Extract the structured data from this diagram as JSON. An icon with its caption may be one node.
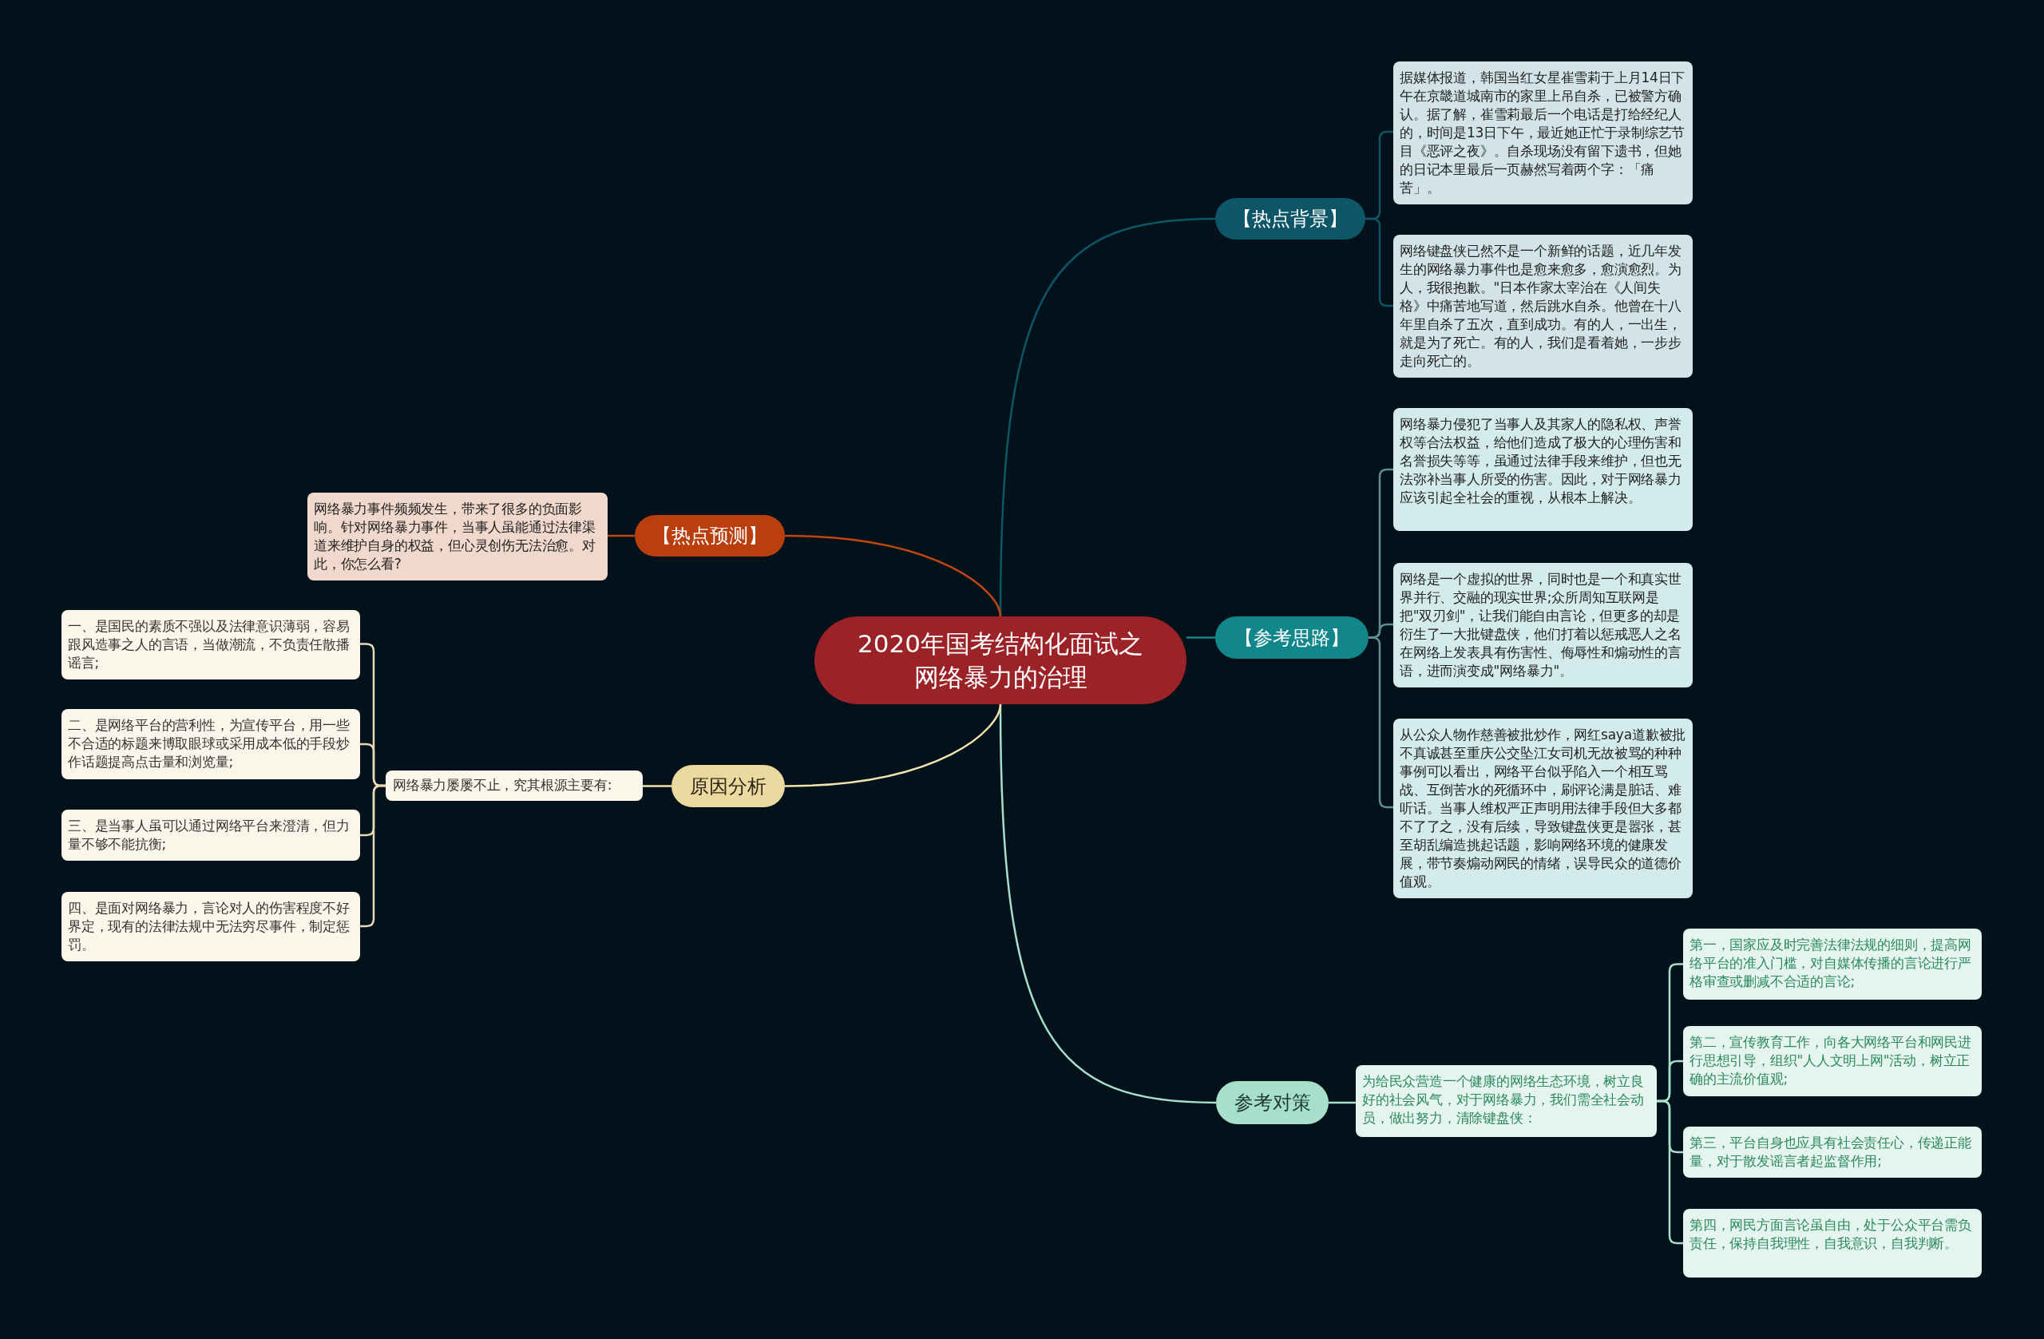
{
  "diagram": {
    "nodes": [
      {
        "text": [
          "2020年国考结构化面试之网络暴力的治理"
        ]
      },
      {
        "text": [
          "【热点背景】"
        ]
      },
      {
        "text": [
          "据媒体报道，韩国当红女星崔雪莉于上月14日下午在京畿道城南市的家里上吊自杀，已被警方确认。据了解，崔雪莉最后一个电话是打给经纪人的，时间是13日下午，最近她正忙于录制综艺节目《恶评之夜》。自杀现场没有留下遗书，但她的日记本里最后一页赫然写着两个字：「痛苦」。"
        ]
      },
      {
        "text": [
          "网络键盘侠已然不是一个新鲜的话题，近几年发生的网络暴力事件也是愈来愈多，愈演愈烈。为人，我很抱歉。\"日本作家太宰治在《人间失格》中痛苦地写道，然后跳水自杀。他曾在十八年里自杀了五次，直到成功。有的人，一出生，就是为了死亡。有的人，我们是看着她，一步步走向死亡的。"
        ]
      },
      {
        "text": [
          "【参考思路】"
        ]
      },
      {
        "text": [
          "网络暴力侵犯了当事人及其家人的隐私权、声誉权等合法权益，给他们造成了极大的心理伤害和名誉损失等等，虽通过法律手段来维护，但也无法弥补当事人所受的伤害。因此，对于网络暴力应该引起全社会的重视，从根本上解决。"
        ]
      },
      {
        "text": [
          "网络是一个虚拟的世界，同时也是一个和真实世界并行、交融的现实世界;众所周知互联网是把\"双刃剑\"，让我们能自由言论，但更多的却是衍生了一大批键盘侠，他们打着以惩戒恶人之名在网络上发表具有伤害性、侮辱性和煽动性的言语，进而演变成\"网络暴力\"。"
        ]
      },
      {
        "text": [
          "从公众人物作慈善被批炒作，网红saya道歉被批不真诚甚至重庆公交坠江女司机无故被骂的种种事例可以看出，网络平台似乎陷入一个相互骂战、互倒苦水的死循环中，刷评论满是脏话、难听话。当事人维权严正声明用法律手段但大多都不了了之，没有后续，导致键盘侠更是嚣张，甚至胡乱编造挑起话题，影响网络环境的健康发展，带节奏煽动网民的情绪，误导民众的道德价值观。"
        ]
      },
      {
        "text": [
          "参考对策"
        ]
      },
      {
        "text": [
          "为给民众营造一个健康的网络生态环境，树立良好的社会风气，对于网络暴力，我们需全社会动员，做出努力，清除键盘侠："
        ]
      },
      {
        "text": [
          "第一，国家应及时完善法律法规的细则，提高网络平台的准入门槛，对自媒体传播的言论进行严格审查或删减不合适的言论;"
        ]
      },
      {
        "text": [
          "第二，宣传教育工作，向各大网络平台和网民进行思想引导，组织\"人人文明上网\"活动，树立正确的主流价值观;"
        ]
      },
      {
        "text": [
          "第三，平台自身也应具有社会责任心，传递正能量，对于散发谣言者起监督作用;"
        ]
      },
      {
        "text": [
          "第四，网民方面言论虽自由，处于公众平台需负责任，保持自我理性，自我意识，自我判断。"
        ]
      },
      {
        "text": [
          "【热点预测】"
        ]
      },
      {
        "text": [
          "网络暴力事件频频发生，带来了很多的负面影响。针对网络暴力事件，当事人虽能通过法律渠道来维护自身的权益，但心灵创伤无法治愈。对此，你怎么看?"
        ]
      },
      {
        "text": [
          "原因分析"
        ]
      },
      {
        "text": [
          "网络暴力屡屡不止，究其根源主要有:"
        ]
      },
      {
        "text": [
          "一、是国民的素质不强以及法律意识薄弱，容易跟风造事之人的言语，当做潮流，不负责任散播谣言;"
        ]
      },
      {
        "text": [
          "二、是网络平台的营利性，为宣传平台，用一些不合适的标题来博取眼球或采用成本低的手段炒作话题提高点击量和浏览量;"
        ]
      },
      {
        "text": [
          "三、是当事人虽可以通过网络平台来澄清，但力量不够不能抗衡;"
        ]
      },
      {
        "text": [
          "四、是面对网络暴力，言论对人的伤害程度不好界定，现有的法律法规中无法穷尽事件，制定惩罚。"
        ]
      }
    ],
    "edges": [
      {
        "from": 0,
        "to": 1,
        "arrow": "none",
        "color": "#0d5668"
      },
      {
        "from": 1,
        "to": 2,
        "arrow": "none",
        "color": "#0d5668"
      },
      {
        "from": 1,
        "to": 3,
        "arrow": "none",
        "color": "#0d5668"
      },
      {
        "from": 0,
        "to": 4,
        "arrow": "none",
        "color": "#12878b"
      },
      {
        "from": 4,
        "to": 5,
        "arrow": "none",
        "color": "#5f8f92"
      },
      {
        "from": 4,
        "to": 6,
        "arrow": "none",
        "color": "#5f8f92"
      },
      {
        "from": 4,
        "to": 7,
        "arrow": "none",
        "color": "#5f8f92"
      },
      {
        "from": 0,
        "to": 8,
        "arrow": "none",
        "color": "#a6dfca"
      },
      {
        "from": 8,
        "to": 9,
        "arrow": "none",
        "color": "#a6dfca"
      },
      {
        "from": 9,
        "to": 10,
        "arrow": "none",
        "color": "#a6dfca"
      },
      {
        "from": 9,
        "to": 11,
        "arrow": "none",
        "color": "#a6dfca"
      },
      {
        "from": 9,
        "to": 12,
        "arrow": "none",
        "color": "#a6dfca"
      },
      {
        "from": 9,
        "to": 13,
        "arrow": "none",
        "color": "#a6dfca"
      },
      {
        "from": 0,
        "to": 14,
        "arrow": "none",
        "color": "#c0460f"
      },
      {
        "from": 14,
        "to": 15,
        "arrow": "none",
        "color": "#c0460f"
      },
      {
        "from": 0,
        "to": 16,
        "arrow": "none",
        "color": "#f3e3b0"
      },
      {
        "from": 16,
        "to": 17,
        "arrow": "none",
        "color": "#f3e3b0"
      },
      {
        "from": 17,
        "to": 18,
        "arrow": "none",
        "color": "#e8d9b8"
      },
      {
        "from": 17,
        "to": 19,
        "arrow": "none",
        "color": "#e8d9b8"
      },
      {
        "from": 17,
        "to": 20,
        "arrow": "none",
        "color": "#e8d9b8"
      },
      {
        "from": 17,
        "to": 21,
        "arrow": "none",
        "color": "#e8d9b8"
      }
    ]
  }
}
